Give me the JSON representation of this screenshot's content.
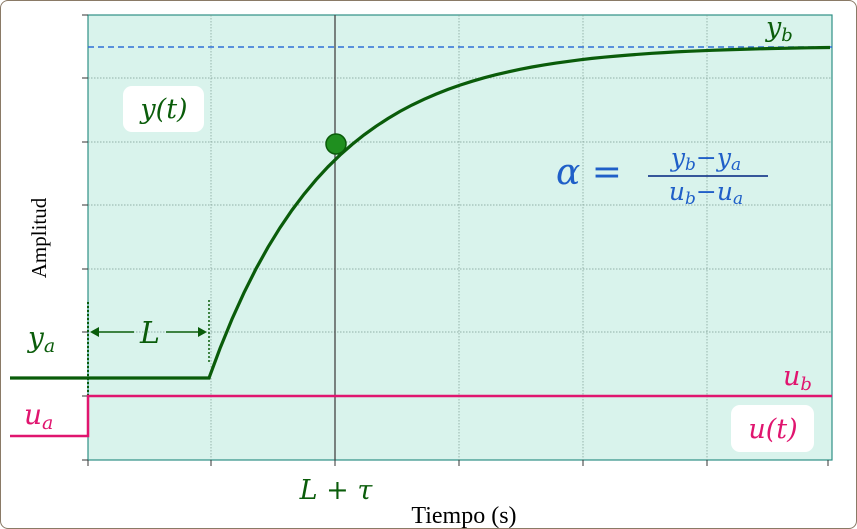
{
  "axes": {
    "ylabel": "Amplitud",
    "xlabel": "Tiempo (s)",
    "x_tick_label": "L + τ"
  },
  "labels": {
    "y_t": "y(t)",
    "u_t": "u(t)",
    "y_a": "y",
    "y_a_sub": "a",
    "y_b": "y",
    "y_b_sub": "b",
    "u_a": "u",
    "u_a_sub": "a",
    "u_b": "u",
    "u_b_sub": "b",
    "L": "L"
  },
  "formula": {
    "lhs": "α =",
    "num_1": "y",
    "num_1_sub": "b",
    "num_minus": "−",
    "num_2": "y",
    "num_2_sub": "a",
    "den_1": "u",
    "den_1_sub": "b",
    "den_minus": "−",
    "den_2": "u",
    "den_2_sub": "a"
  },
  "colors": {
    "plot_bg": "#d9f3ec",
    "axis": "#2f8f86",
    "output": "#0a5c0a",
    "input": "#e0156f",
    "reference": "#2f6fd6",
    "formula": "#1f5fc8",
    "marker": "#1f8f1f"
  }
}
